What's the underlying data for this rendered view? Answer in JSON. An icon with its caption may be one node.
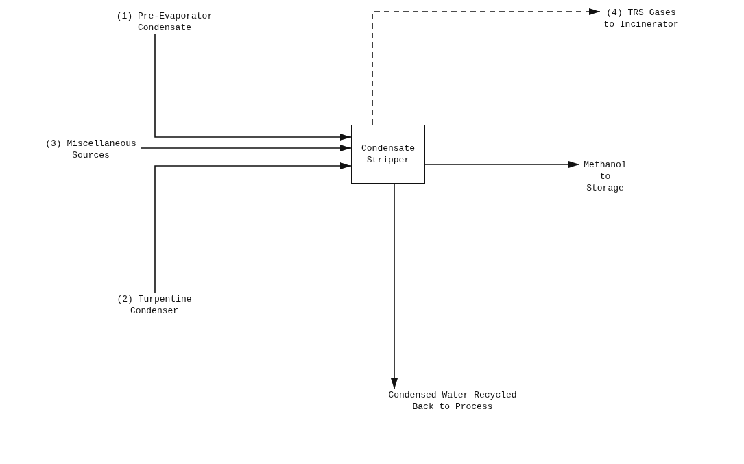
{
  "diagram": {
    "nodes": [
      {
        "text": [
          "(1) Pre-Evaporator Condensate"
        ]
      },
      {
        "text": [
          "(3) Miscellaneous Sources"
        ]
      },
      {
        "text": [
          "(2) Turpentine Condenser"
        ]
      },
      {
        "text": [
          "Condensate Stripper"
        ]
      },
      {
        "text": [
          "(4) TRS Gases to Incinerator"
        ]
      },
      {
        "text": [
          "Methanol to Storage"
        ]
      },
      {
        "text": [
          "Condensed Water Recycled Back to Process"
        ]
      }
    ],
    "edges": [
      {
        "from": 0,
        "to": 3,
        "arrow": "to"
      },
      {
        "from": 1,
        "to": 3,
        "arrow": "to"
      },
      {
        "from": 2,
        "to": 3,
        "arrow": "to"
      },
      {
        "from": 3,
        "to": 4,
        "arrow": "to",
        "style": "dashed"
      },
      {
        "from": 3,
        "to": 5,
        "arrow": "to"
      },
      {
        "from": 3,
        "to": 6,
        "arrow": "to"
      }
    ]
  }
}
